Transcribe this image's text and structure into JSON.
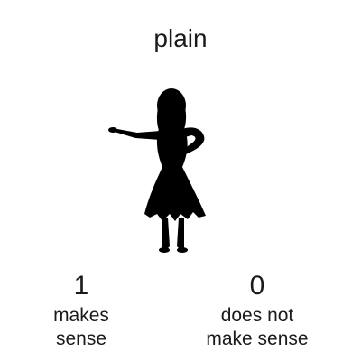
{
  "word": "plain",
  "figure_icon": "woman-silhouette-icon",
  "options": [
    {
      "value": "1",
      "label_line1": "makes",
      "label_line2": "sense"
    },
    {
      "value": "0",
      "label_line1": "does not",
      "label_line2": "make sense"
    }
  ]
}
